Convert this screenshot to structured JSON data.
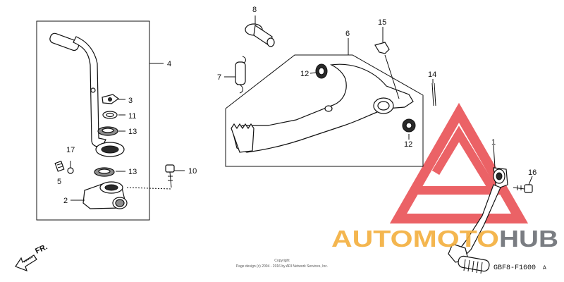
{
  "diagram": {
    "callouts": [
      {
        "id": "c8",
        "num": "8"
      },
      {
        "id": "c6",
        "num": "6"
      },
      {
        "id": "c15",
        "num": "15"
      },
      {
        "id": "c7",
        "num": "7"
      },
      {
        "id": "c12a",
        "num": "12"
      },
      {
        "id": "c12b",
        "num": "12"
      },
      {
        "id": "c14",
        "num": "14"
      },
      {
        "id": "c4",
        "num": "4"
      },
      {
        "id": "c3",
        "num": "3"
      },
      {
        "id": "c11",
        "num": "11"
      },
      {
        "id": "c13a",
        "num": "13"
      },
      {
        "id": "c17",
        "num": "17"
      },
      {
        "id": "c5",
        "num": "5"
      },
      {
        "id": "c13b",
        "num": "13"
      },
      {
        "id": "c10",
        "num": "10"
      },
      {
        "id": "c2",
        "num": "2"
      },
      {
        "id": "c1",
        "num": "1"
      },
      {
        "id": "c16",
        "num": "16"
      }
    ],
    "front_arrow": "FR.",
    "copyright_title": "Copyright",
    "copyright_line": "Page design (c) 2004 - 2016 by ARI Network Services, Inc.",
    "diagram_code": "GBF8-F1600",
    "diagram_code_suffix": "A"
  },
  "watermark": {
    "part1": "AUTOMOTO",
    "part2": "HUB",
    "color_red": "#e8474c",
    "color_orange": "#f4b041",
    "color_gray": "#6f7378"
  }
}
